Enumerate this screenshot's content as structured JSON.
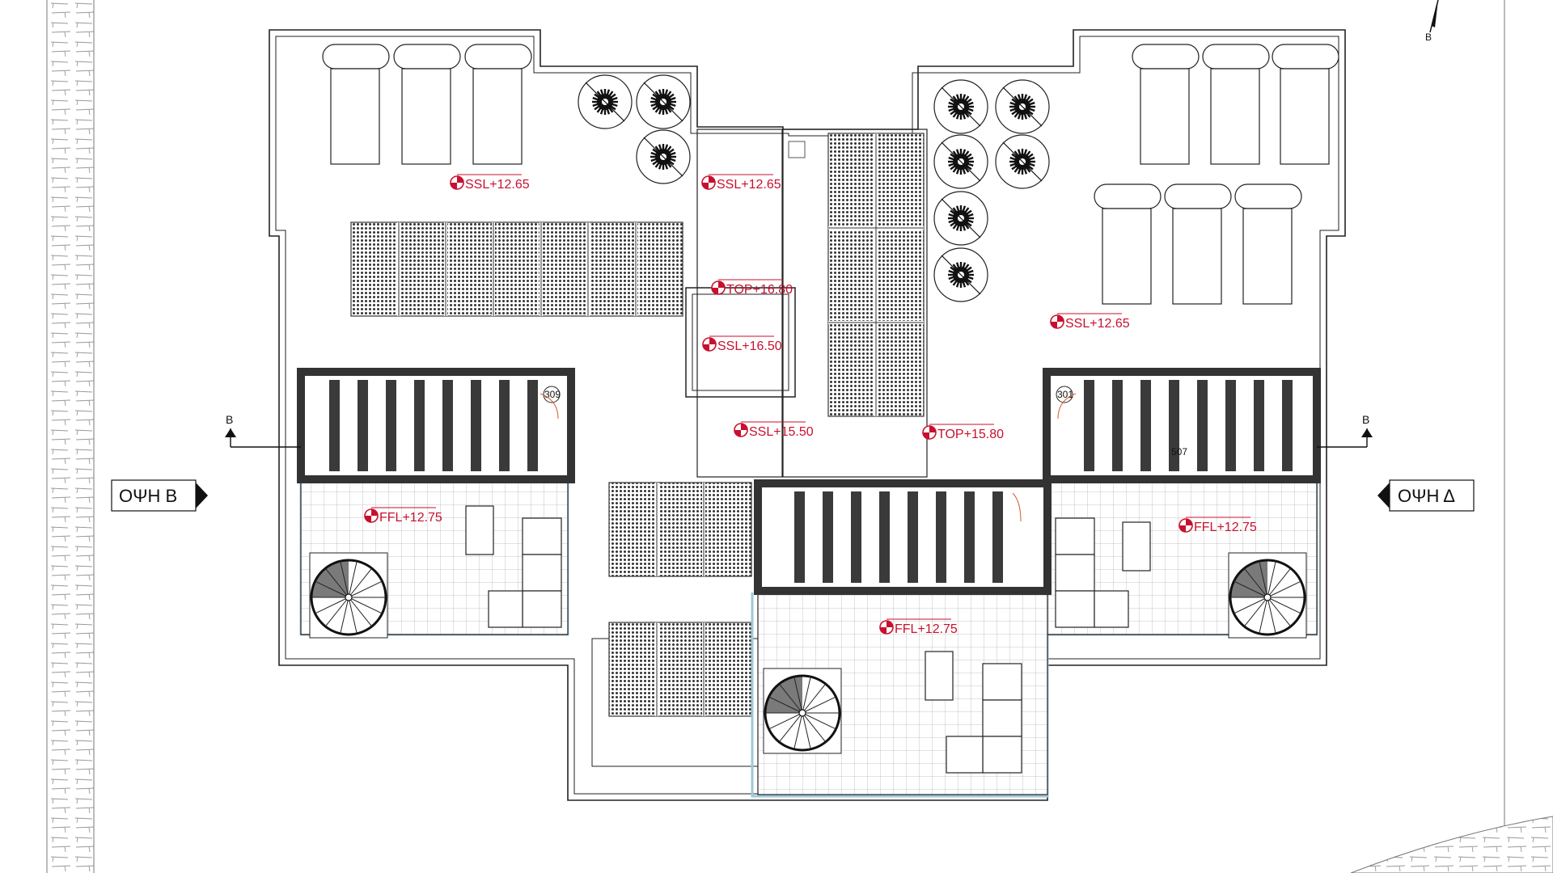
{
  "colors": {
    "line": "#222222",
    "marker": "#c8102e",
    "glass": "#9fc9da",
    "panel": "#3a3a3a",
    "frame": "#333333"
  },
  "icons": {
    "level_marker": "level-marker-icon",
    "section_arrow": "section-arrow-icon",
    "north_arrow": "north-arrow-icon",
    "spiral_stair": "spiral-stair-icon",
    "parasol": "parasol-icon",
    "sunbed": "sunbed-icon",
    "solar_panel": "solar-panel-icon"
  },
  "levels": [
    {
      "id": "ssl-top-left",
      "label": "SSL+12.65"
    },
    {
      "id": "ssl-top-center",
      "label": "SSL+12.65"
    },
    {
      "id": "top-1680",
      "label": "TOP+16.80"
    },
    {
      "id": "ssl-1650",
      "label": "SSL+16.50"
    },
    {
      "id": "ssl-1550",
      "label": "SSL+15.50"
    },
    {
      "id": "top-1580",
      "label": "TOP+15.80"
    },
    {
      "id": "ssl-right",
      "label": "SSL+12.65"
    },
    {
      "id": "ffl-left",
      "label": "FFL+12.75"
    },
    {
      "id": "ffl-center",
      "label": "FFL+12.75"
    },
    {
      "id": "ffl-right",
      "label": "FFL+12.75"
    }
  ],
  "section_markers": {
    "left": "B",
    "right": "B"
  },
  "views": {
    "left": "ΟΨΗ Β",
    "right": "ΟΨΗ Δ"
  },
  "room_tags": {
    "left": "309",
    "right": "301",
    "center": "507"
  },
  "north_label": "B"
}
